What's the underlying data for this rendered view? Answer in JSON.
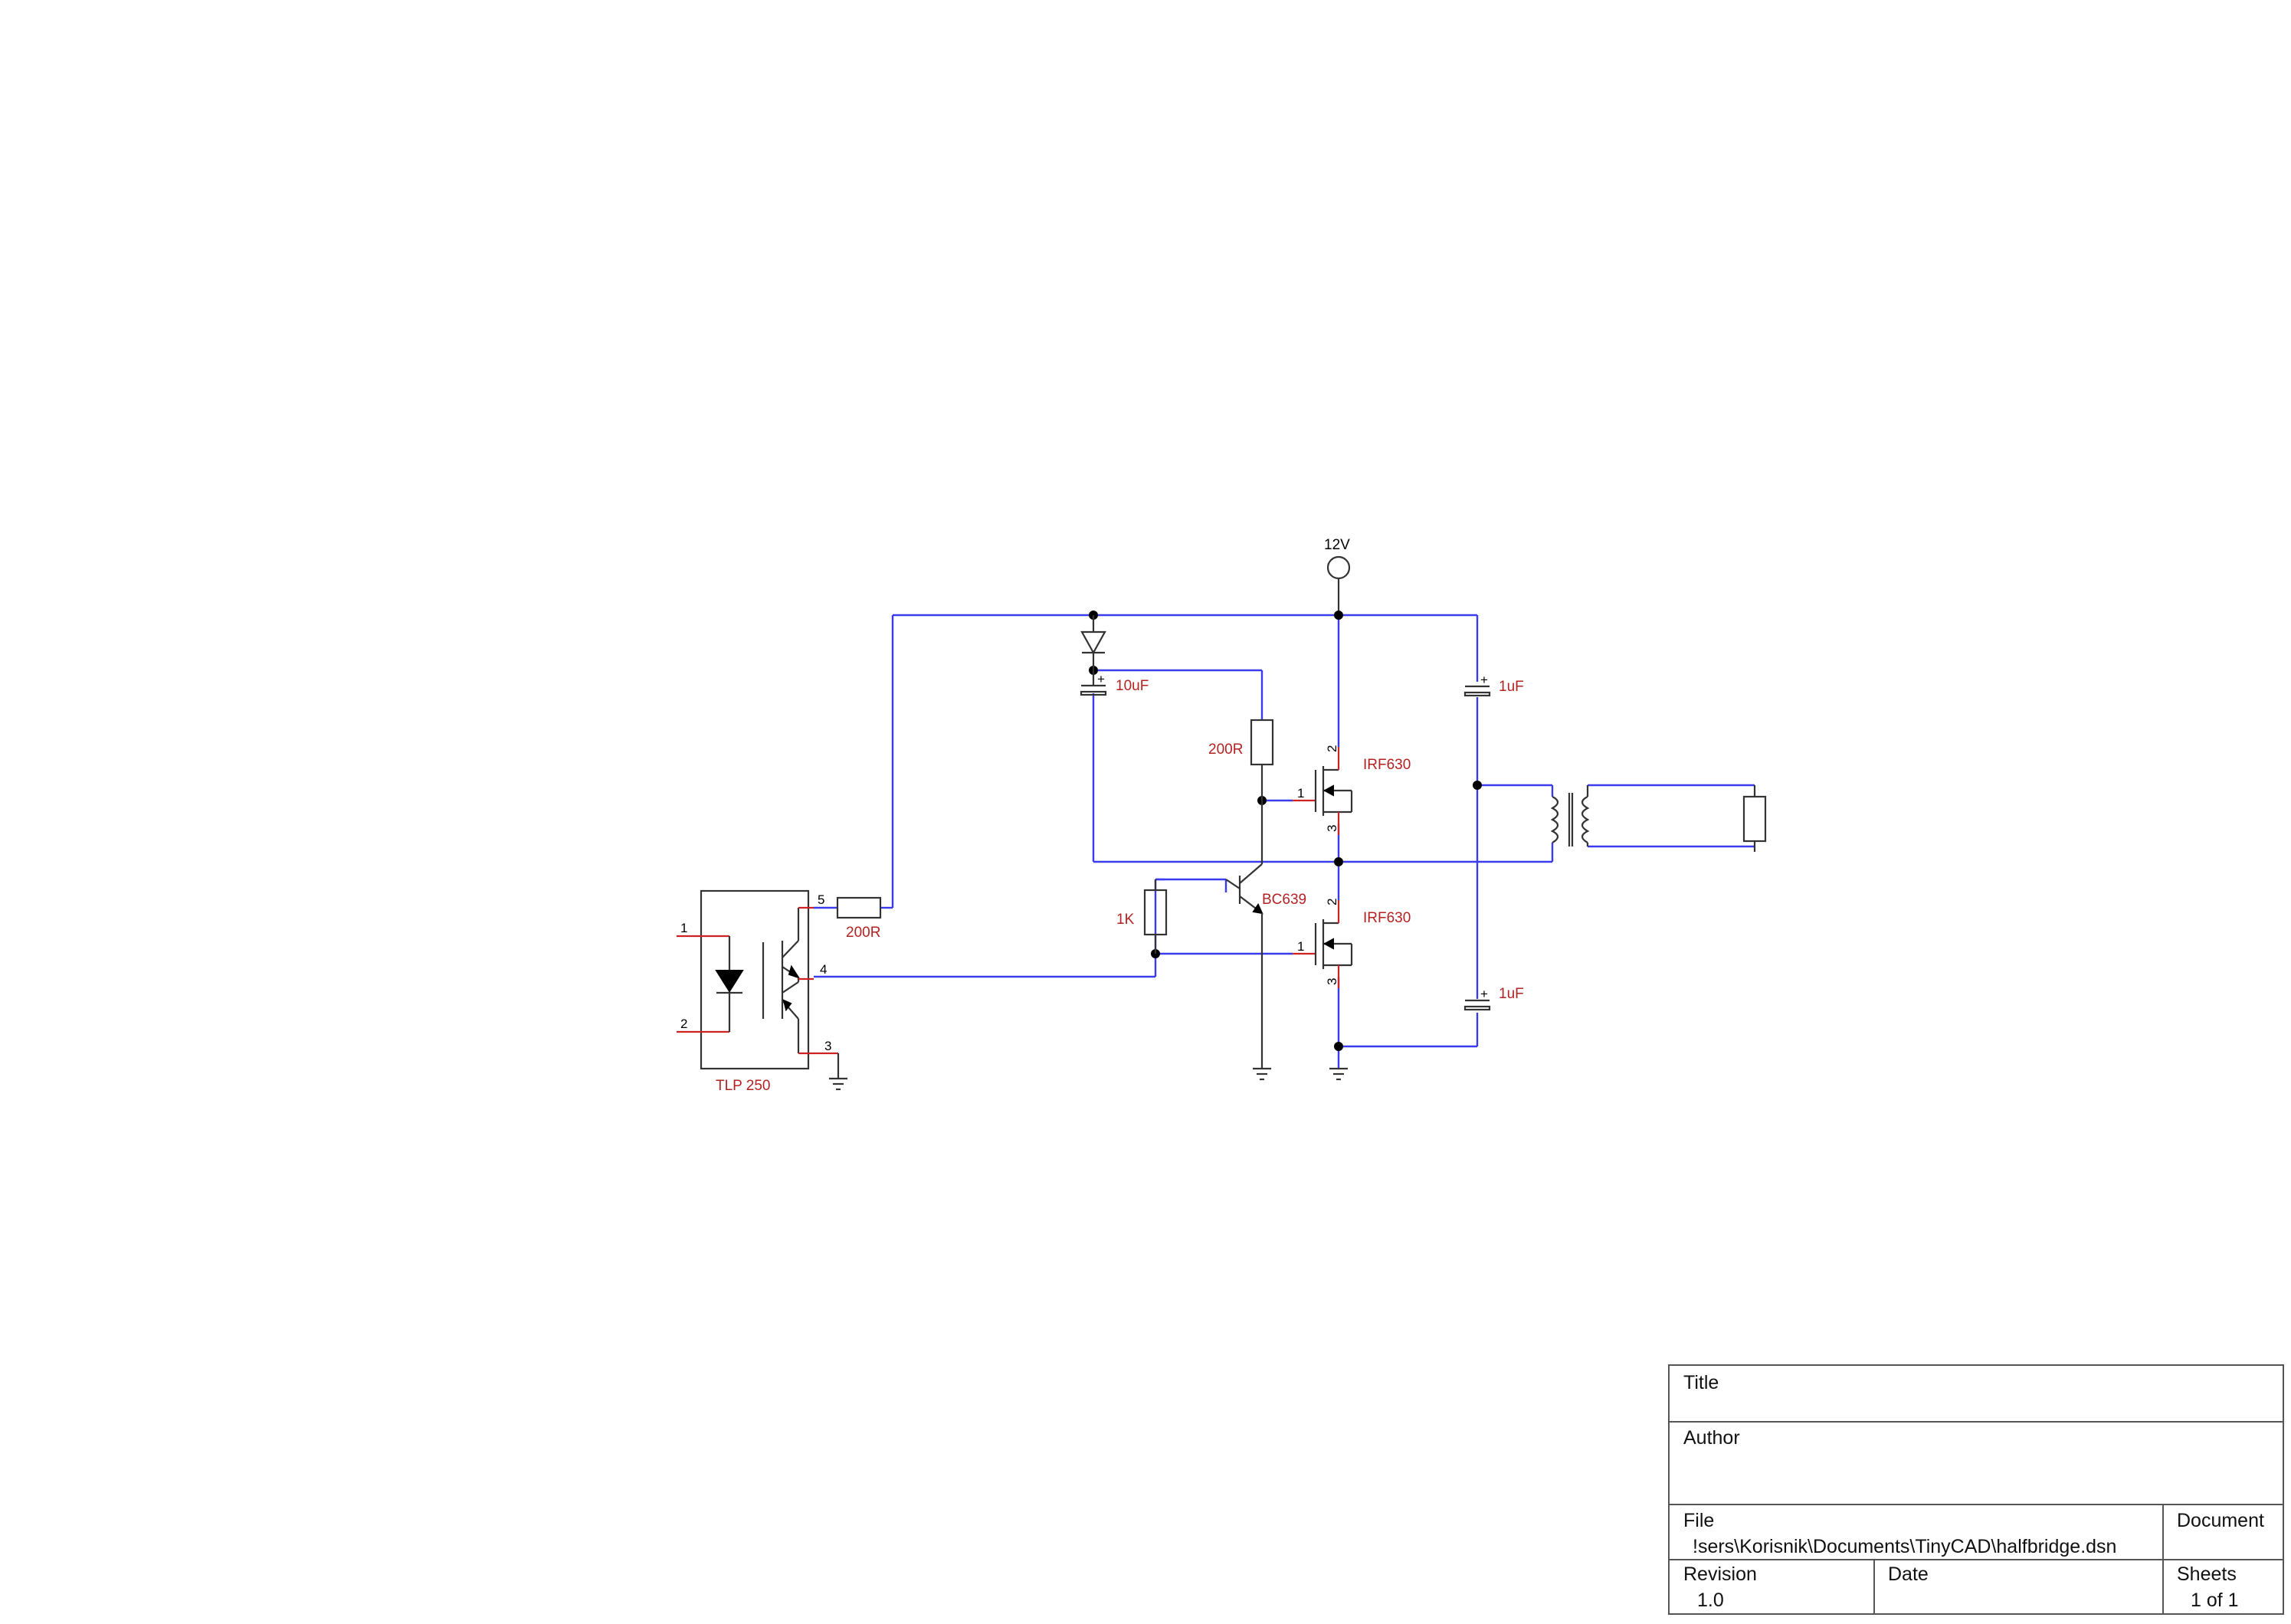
{
  "net_label": "12V",
  "components": {
    "optocoupler": {
      "ref": "TLP 250",
      "pins": [
        "1",
        "2",
        "3",
        "4",
        "5"
      ]
    },
    "r_gate_in": {
      "value": "200R"
    },
    "r_gate_pullup": {
      "value": "200R"
    },
    "r_base": {
      "value": "1K"
    },
    "c_bootstrap": {
      "value": "10uF"
    },
    "c_top": {
      "value": "1uF"
    },
    "c_bottom": {
      "value": "1uF"
    },
    "q_transistor": {
      "ref": "BC639"
    },
    "mosfet_high": {
      "ref": "IRF630",
      "pins": [
        "1",
        "2",
        "3"
      ]
    },
    "mosfet_low": {
      "ref": "IRF630",
      "pins": [
        "1",
        "2",
        "3"
      ]
    }
  },
  "title_block": {
    "title_label": "Title",
    "title_value": "",
    "author_label": "Author",
    "author_value": "",
    "file_label": "File",
    "file_value": "!sers\\Korisnik\\Documents\\TinyCAD\\halfbridge.dsn",
    "document_label": "Document",
    "document_value": "",
    "revision_label": "Revision",
    "revision_value": "1.0",
    "date_label": "Date",
    "date_value": "",
    "sheets_label": "Sheets",
    "sheets_value": "1 of 1"
  }
}
